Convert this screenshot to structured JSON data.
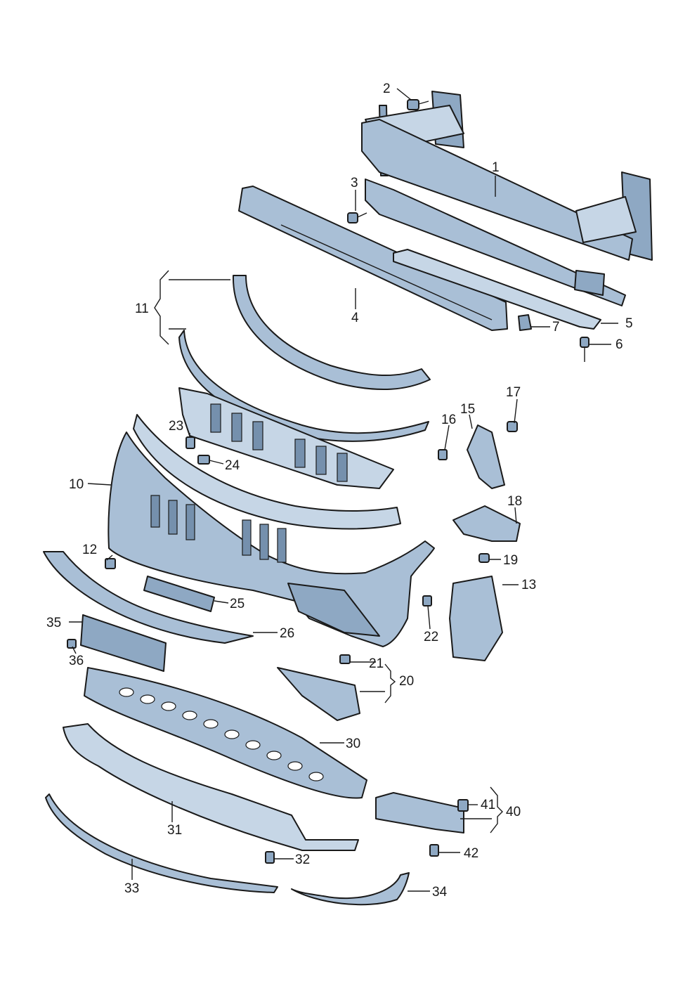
{
  "callouts": [
    {
      "id": "c1",
      "text": "1"
    },
    {
      "id": "c2",
      "text": "2"
    },
    {
      "id": "c3",
      "text": "3"
    },
    {
      "id": "c4",
      "text": "4"
    },
    {
      "id": "c5",
      "text": "5"
    },
    {
      "id": "c6",
      "text": "6"
    },
    {
      "id": "c7",
      "text": "7"
    },
    {
      "id": "c10",
      "text": "10"
    },
    {
      "id": "c11",
      "text": "11"
    },
    {
      "id": "c12",
      "text": "12"
    },
    {
      "id": "c13",
      "text": "13"
    },
    {
      "id": "c15",
      "text": "15"
    },
    {
      "id": "c16",
      "text": "16"
    },
    {
      "id": "c17",
      "text": "17"
    },
    {
      "id": "c18",
      "text": "18"
    },
    {
      "id": "c19",
      "text": "19"
    },
    {
      "id": "c20",
      "text": "20"
    },
    {
      "id": "c21",
      "text": "21"
    },
    {
      "id": "c22",
      "text": "22"
    },
    {
      "id": "c23",
      "text": "23"
    },
    {
      "id": "c24",
      "text": "24"
    },
    {
      "id": "c25",
      "text": "25"
    },
    {
      "id": "c26",
      "text": "26"
    },
    {
      "id": "c30",
      "text": "30"
    },
    {
      "id": "c31",
      "text": "31"
    },
    {
      "id": "c32",
      "text": "32"
    },
    {
      "id": "c33",
      "text": "33"
    },
    {
      "id": "c34",
      "text": "34"
    },
    {
      "id": "c35",
      "text": "35"
    },
    {
      "id": "c36",
      "text": "36"
    },
    {
      "id": "c40",
      "text": "40"
    },
    {
      "id": "c41",
      "text": "41"
    },
    {
      "id": "c42",
      "text": "42"
    }
  ],
  "colors": {
    "part_fill": "#a9bfd6",
    "line": "#1a1a1a",
    "background": "#ffffff"
  }
}
